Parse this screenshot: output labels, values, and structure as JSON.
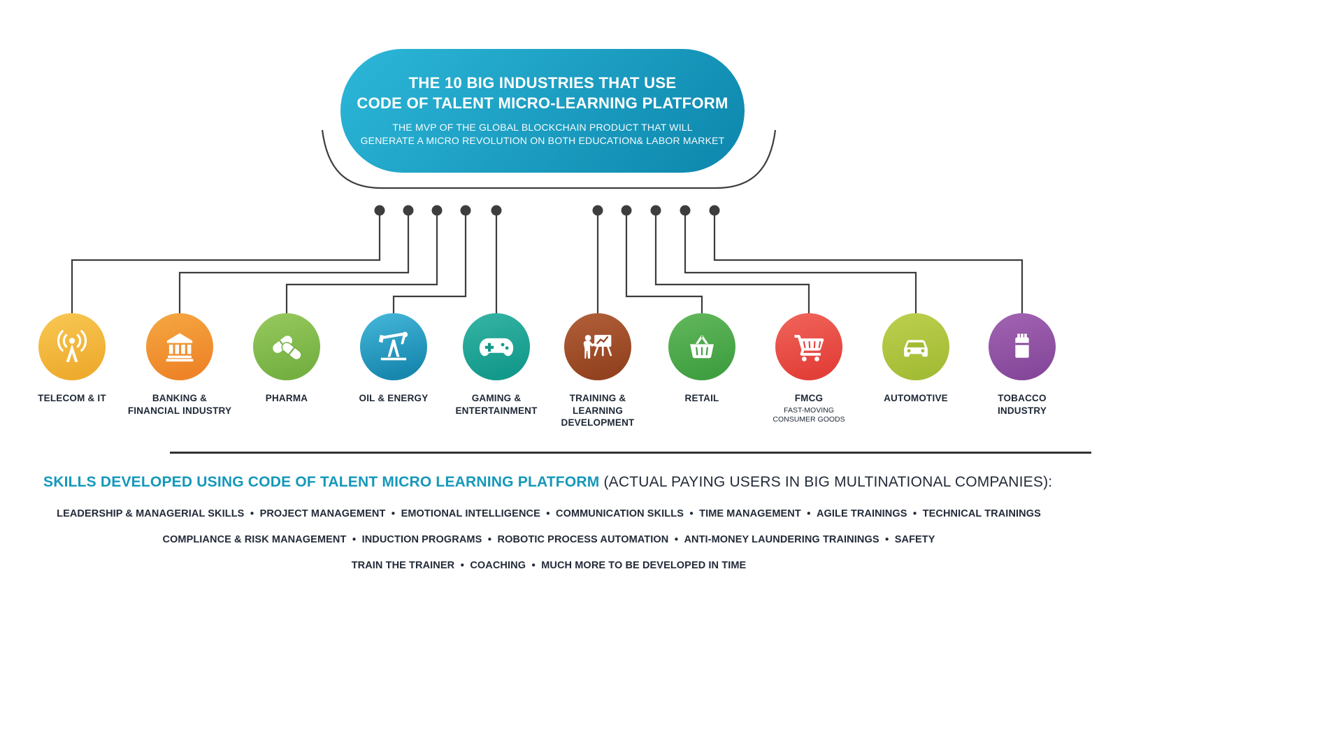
{
  "header": {
    "title_line1": "THE 10 BIG INDUSTRIES THAT USE",
    "title_line2": "CODE OF TALENT MICRO-LEARNING PLATFORM",
    "subtitle_line1": "THE MVP OF THE GLOBAL BLOCKCHAIN PRODUCT THAT WILL",
    "subtitle_line2": "GENERATE A MICRO REVOLUTION ON BOTH EDUCATION& LABOR MARKET",
    "background_color_top": "#2cb7d8",
    "background_color_bottom": "#0d86ac",
    "text_color": "#ffffff"
  },
  "connector": {
    "line_color": "#3d3d3d",
    "dot_color": "#3d3d3d"
  },
  "industries": [
    {
      "id": "telecom-it",
      "label_lines": [
        "TELECOM & IT"
      ],
      "icon": "antenna-icon",
      "color_light": "#f8c853",
      "color": "#eeab2e"
    },
    {
      "id": "banking-financial",
      "label_lines": [
        "BANKING &",
        "FINANCIAL INDUSTRY"
      ],
      "icon": "bank-icon",
      "color_light": "#f5a843",
      "color": "#ee8427"
    },
    {
      "id": "pharma",
      "label_lines": [
        "PHARMA"
      ],
      "icon": "pills-icon",
      "color_light": "#97c95e",
      "color": "#74b041"
    },
    {
      "id": "oil-energy",
      "label_lines": [
        "OIL & ENERGY"
      ],
      "icon": "oil-pump-icon",
      "color_light": "#46b8da",
      "color": "#1787ae"
    },
    {
      "id": "gaming-entertainment",
      "label_lines": [
        "GAMING &",
        "ENTERTAINMENT"
      ],
      "icon": "gamepad-icon",
      "color_light": "#35b4a4",
      "color": "#13998b"
    },
    {
      "id": "training-learning",
      "label_lines": [
        "TRAINING &",
        "LEARNING",
        "DEVELOPMENT"
      ],
      "icon": "trainer-icon",
      "color_light": "#b2603a",
      "color": "#93421f"
    },
    {
      "id": "retail",
      "label_lines": [
        "RETAIL"
      ],
      "icon": "basket-icon",
      "color_light": "#63b85c",
      "color": "#3f9f41"
    },
    {
      "id": "fmcg",
      "label_lines": [
        "FMCG"
      ],
      "sublabel_lines": [
        "FAST-MOVING",
        "CONSUMER GOODS"
      ],
      "icon": "cart-icon",
      "color_light": "#f0655b",
      "color": "#e23f38"
    },
    {
      "id": "automotive",
      "label_lines": [
        "AUTOMOTIVE"
      ],
      "icon": "car-icon",
      "color_light": "#bdd04f",
      "color": "#a3bc35"
    },
    {
      "id": "tobacco",
      "label_lines": [
        "TOBACCO",
        "INDUSTRY"
      ],
      "icon": "cigarette-pack-icon",
      "color_light": "#a263b3",
      "color": "#86489a"
    }
  ],
  "skills": {
    "heading_teal": "SKILLS DEVELOPED USING CODE OF TALENT MICRO LEARNING PLATFORM",
    "heading_dark": " (ACTUAL PAYING USERS IN BIG MULTINATIONAL COMPANIES):",
    "heading_color": "#1598ba",
    "text_color": "#232b39",
    "lines": [
      [
        "LEADERSHIP & MANAGERIAL SKILLS",
        "PROJECT MANAGEMENT",
        "EMOTIONAL INTELLIGENCE",
        "COMMUNICATION SKILLS",
        "TIME MANAGEMENT",
        "AGILE TRAININGS",
        "TECHNICAL TRAININGS"
      ],
      [
        "COMPLIANCE & RISK MANAGEMENT",
        "INDUCTION PROGRAMS",
        "ROBOTIC PROCESS AUTOMATION",
        "ANTI-MONEY LAUNDERING TRAININGS",
        "SAFETY"
      ],
      [
        "TRAIN THE TRAINER",
        "COACHING",
        "MUCH MORE TO BE DEVELOPED IN TIME"
      ]
    ]
  }
}
